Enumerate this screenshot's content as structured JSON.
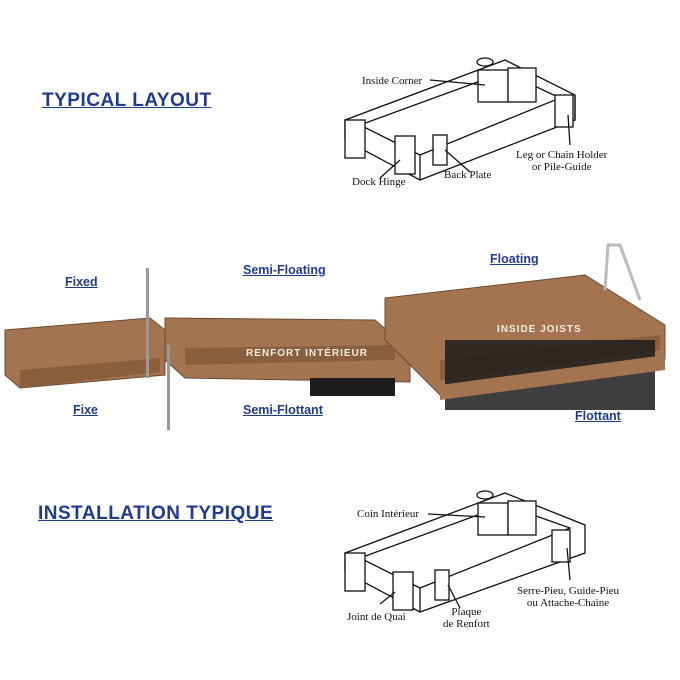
{
  "titles": {
    "english": "TYPICAL LAYOUT",
    "french": "INSTALLATION TYPIQUE"
  },
  "dock_types": {
    "fixed": "Fixed",
    "fixe": "Fixe",
    "semi_floating": "Semi-Floating",
    "semi_flottant": "Semi-Flottant",
    "floating": "Floating",
    "flottant": "Flottant"
  },
  "on_dock_text": {
    "renfort": "RENFORT INTÉRIEUR",
    "inside_joists": "INSIDE JOISTS"
  },
  "frame_en": {
    "inside_corner": "Inside Corner",
    "leg_holder": [
      "Leg or Chain Holder",
      "or Pile-Guide"
    ],
    "dock_hinge": "Dock Hinge",
    "back_plate": "Back Plate"
  },
  "frame_fr": {
    "coin": "Coin Intérieur",
    "serre_pieu": [
      "Serre-Pieu, Guide-Pieu",
      "ou Attache-Chaine"
    ],
    "joint": "Joint de Quai",
    "plaque": [
      "Plaque",
      "de Renfort"
    ]
  },
  "colors": {
    "title": "#1f3a93",
    "wood": "#a47450",
    "float": "#1c1c1c"
  }
}
